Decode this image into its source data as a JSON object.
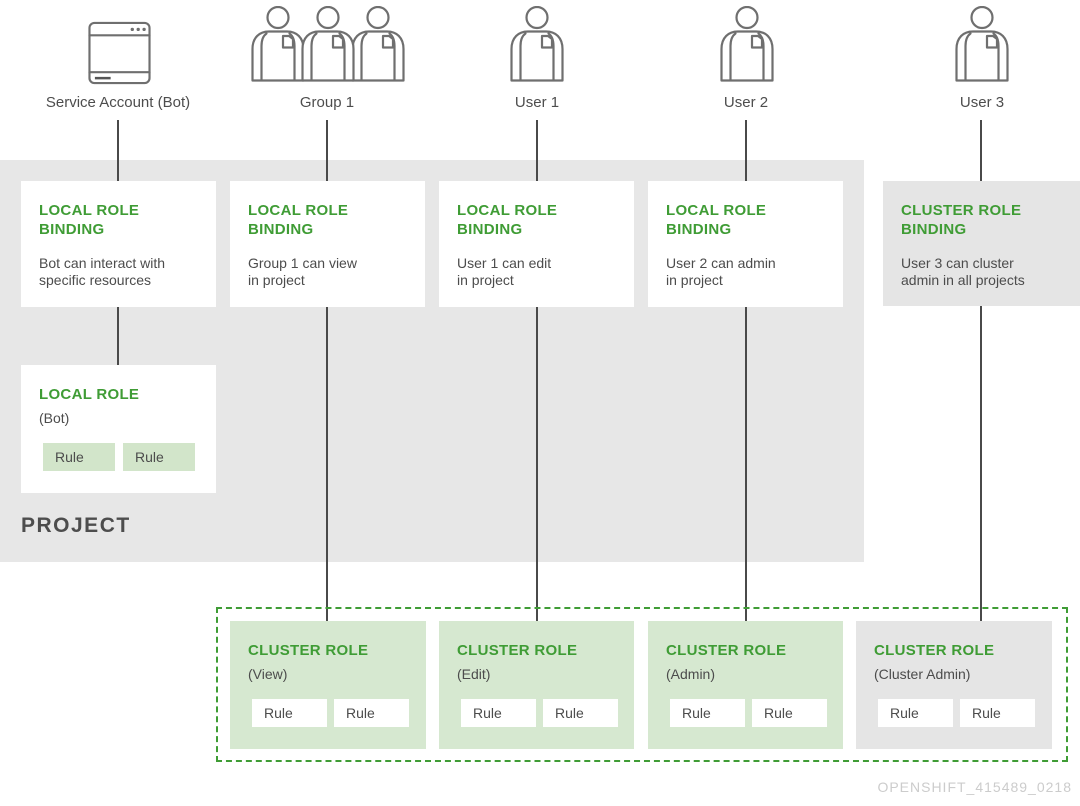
{
  "actors": [
    {
      "label": "Service Account (Bot)",
      "icon": "browser-window-icon"
    },
    {
      "label": "Group 1",
      "icon": "group-icon"
    },
    {
      "label": "User 1",
      "icon": "person-icon"
    },
    {
      "label": "User 2",
      "icon": "person-icon"
    },
    {
      "label": "User 3",
      "icon": "person-icon"
    }
  ],
  "bindings": [
    {
      "title": "LOCAL ROLE BINDING",
      "lines": [
        "Bot can interact with",
        "specific resources"
      ]
    },
    {
      "title": "LOCAL ROLE BINDING",
      "lines": [
        "Group 1 can view",
        "in project"
      ]
    },
    {
      "title": "LOCAL ROLE BINDING",
      "lines": [
        "User 1 can edit",
        "in project"
      ]
    },
    {
      "title": "LOCAL ROLE BINDING",
      "lines": [
        "User 2 can admin",
        "in project"
      ]
    },
    {
      "title": "CLUSTER ROLE BINDING",
      "lines": [
        "User 3 can cluster",
        "admin in all projects"
      ]
    }
  ],
  "local_role": {
    "title": "LOCAL ROLE",
    "subtitle": "(Bot)",
    "rules": [
      "Rule",
      "Rule"
    ]
  },
  "project": {
    "label": "PROJECT"
  },
  "cluster_roles": [
    {
      "title": "CLUSTER ROLE",
      "subtitle": "(View)",
      "rules": [
        "Rule",
        "Rule"
      ],
      "variant": "green"
    },
    {
      "title": "CLUSTER ROLE",
      "subtitle": "(Edit)",
      "rules": [
        "Rule",
        "Rule"
      ],
      "variant": "green"
    },
    {
      "title": "CLUSTER ROLE",
      "subtitle": "(Admin)",
      "rules": [
        "Rule",
        "Rule"
      ],
      "variant": "green"
    },
    {
      "title": "CLUSTER ROLE",
      "subtitle": "(Cluster Admin)",
      "rules": [
        "Rule",
        "Rule"
      ],
      "variant": "gray"
    }
  ],
  "watermark": "OPENSHIFT_415489_0218",
  "colors": {
    "accent_green": "#3f9c35",
    "panel_gray": "#e7e7e7",
    "card_light_green": "#d6e8d0",
    "chip_green": "#d2e5ca",
    "card_gray": "#e5e5e5",
    "text_gray": "#4c4c4c",
    "line_gray": "#4a4a4a",
    "watermark_gray": "#cccccc"
  }
}
